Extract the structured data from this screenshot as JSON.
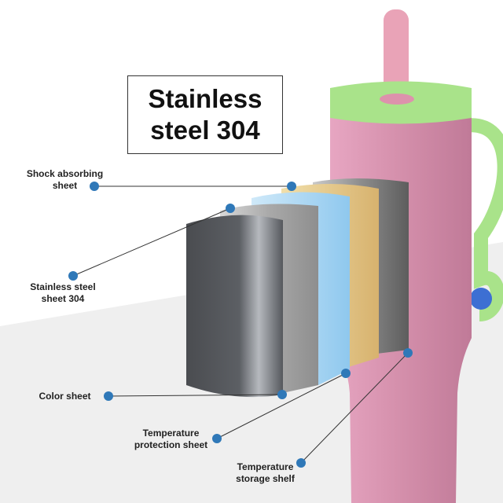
{
  "title": {
    "line1": "Stainless",
    "line2": "steel 304"
  },
  "callouts": {
    "shock_absorbing": {
      "line1": "Shock absorbing",
      "line2": "sheet"
    },
    "stainless_sheet": {
      "line1": "Stainless steel",
      "line2": "sheet 304"
    },
    "color_sheet": {
      "line1": "Color sheet"
    },
    "temp_protection": {
      "line1": "Temperature",
      "line2": "protection sheet"
    },
    "temp_storage": {
      "line1": "Temperature",
      "line2": "storage shelf"
    }
  },
  "colors": {
    "dot": "#2f78b8",
    "tumbler": "#d98fae",
    "lid": "#a9e38a",
    "straw": "#e9a3b7",
    "floor": "#efefef"
  }
}
